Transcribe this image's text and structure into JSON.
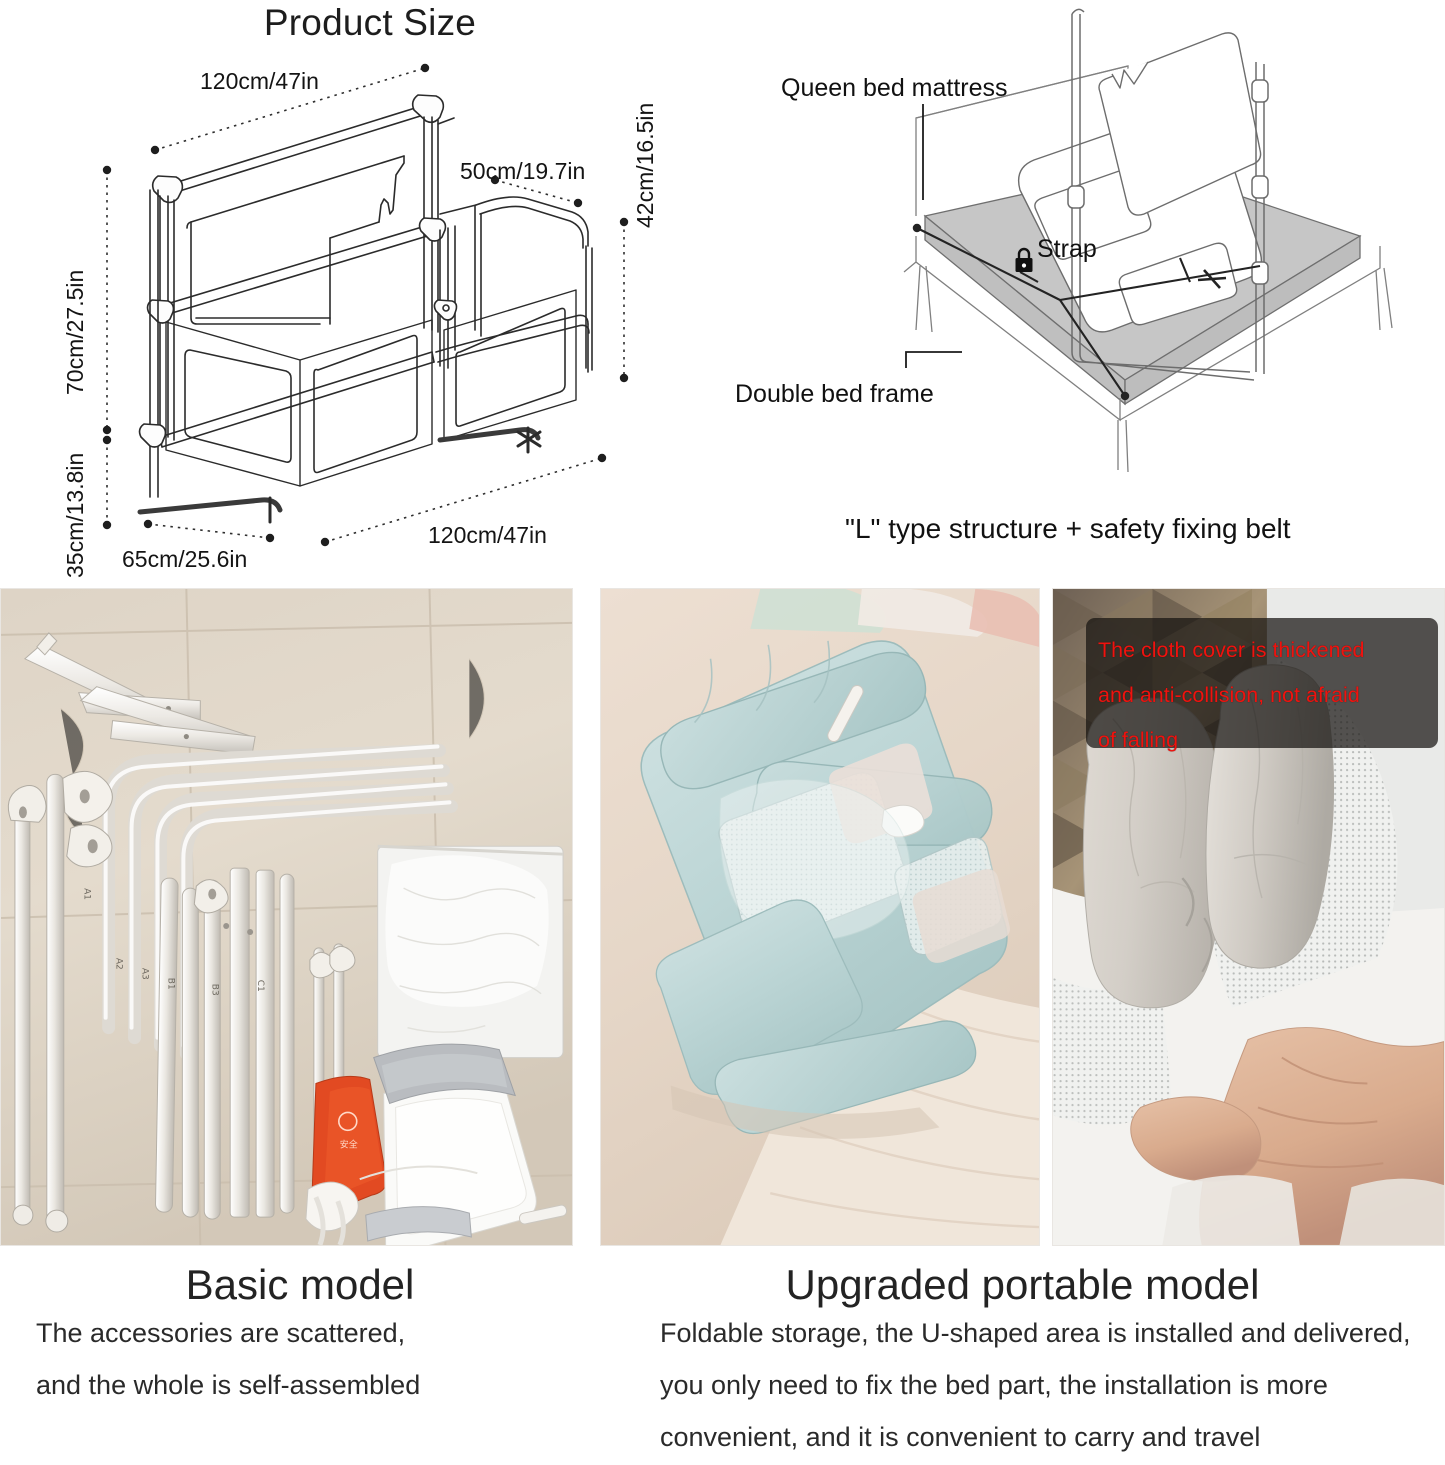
{
  "product_size": {
    "title": "Product Size",
    "dimensions": {
      "top_width": "120cm/47in",
      "depth": "50cm/19.7in",
      "side_height": "42cm/16.5in",
      "total_height": "70cm/27.5in",
      "lower_height": "35cm/13.8in",
      "base_width": "65cm/25.6in",
      "bottom_length": "120cm/47in"
    }
  },
  "installation": {
    "queen_bed_mattress": "Queen bed mattress",
    "strap": "Strap",
    "double_bed_frame": "Double bed frame",
    "caption": "\"L\" type structure + safety fixing belt",
    "lock_icon": "padlock-icon"
  },
  "photos": {
    "parts": {
      "alt": "disassembled frame tubes, brackets and fabric parts laid on tile floor"
    },
    "folded": {
      "alt": "upgraded portable bassinet folded on a bed"
    },
    "cover": {
      "alt": "hands squeezing the thickened padded side rail",
      "note_lines": [
        "The cloth cover is thickened",
        "and anti-collision, not afraid",
        "of falling"
      ],
      "note_color": "#f0120e",
      "note_bg": "rgba(22,19,17,0.72)"
    }
  },
  "models": {
    "basic": {
      "title": "Basic model",
      "lines": [
        "The accessories are scattered,",
        "and the whole is self-assembled"
      ]
    },
    "upgraded": {
      "title": "Upgraded portable model",
      "lines": [
        "Foldable storage, the U-shaped area is installed and delivered,",
        "you only need to fix the bed part, the installation is more",
        "convenient, and it is convenient to carry and travel"
      ]
    }
  },
  "colors": {
    "line": "#2b2b2b",
    "mattress_gray": "#c6c6c6",
    "background": "#ffffff",
    "text": "#1d1d1d",
    "red": "#f0120e"
  }
}
